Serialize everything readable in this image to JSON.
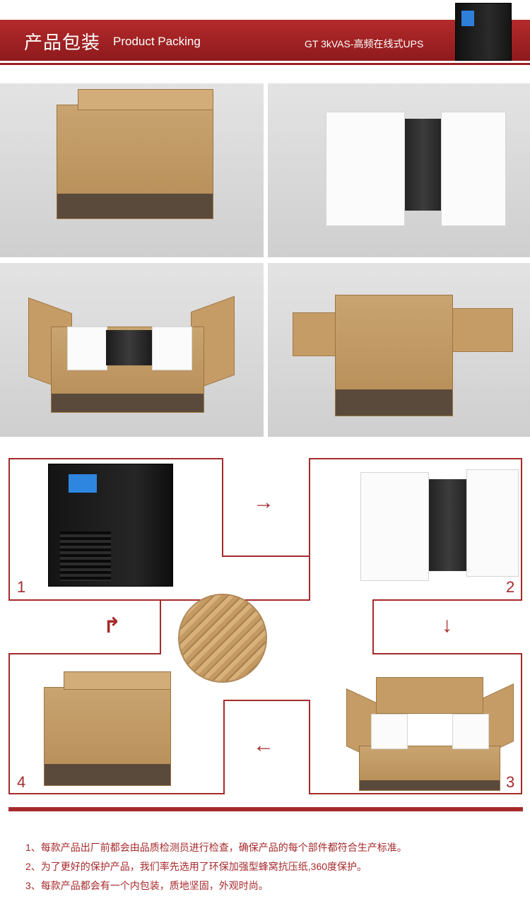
{
  "header": {
    "title_cn": "产品包装",
    "title_en": "Product Packing",
    "model": "GT 3kVAS-高频在线式UPS"
  },
  "colors": {
    "brand_red": "#a62a2c",
    "banner_red": "#b42a2b"
  },
  "photos": [
    {
      "name": "boxed-carton"
    },
    {
      "name": "foam-wrapped-ups"
    },
    {
      "name": "opened-box-with-foam"
    },
    {
      "name": "opened-box-top"
    }
  ],
  "steps": {
    "labels": [
      "1",
      "2",
      "3",
      "4"
    ],
    "arrows": [
      "→",
      "↓",
      "←",
      "↱"
    ]
  },
  "notes": [
    "1、每款产品出厂前都会由品质检测员进行检查，确保产品的每个部件都符合生产标准。",
    "2、为了更好的保护产品，我们率先选用了环保加强型蜂窝抗压纸,360度保护。",
    "3、每款产品都会有一个内包装，质地坚固，外观时尚。"
  ]
}
